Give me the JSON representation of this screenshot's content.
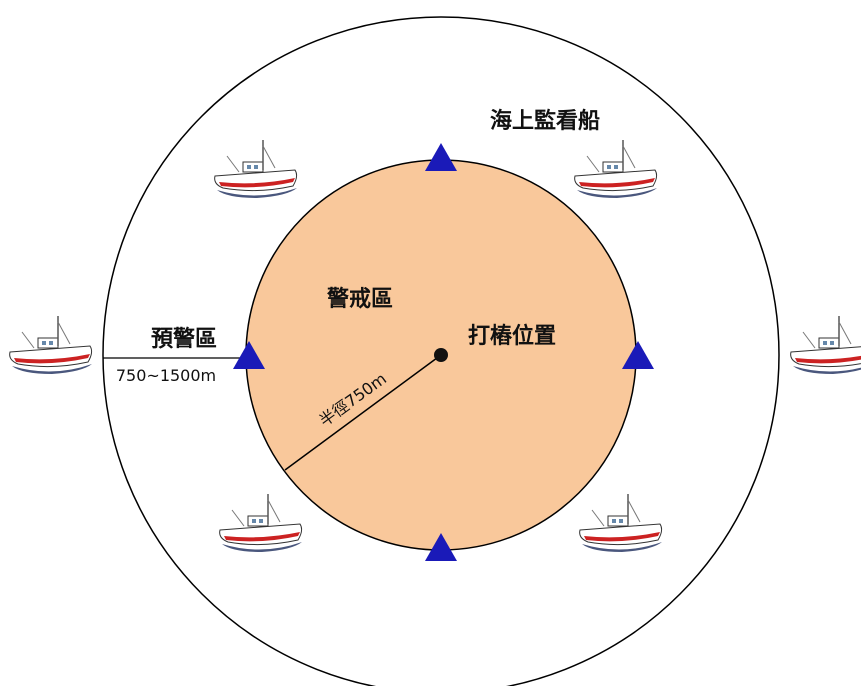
{
  "labels": {
    "monitor_boats": "海上監看船",
    "warning_zone": "警戒區",
    "piling_position": "打樁位置",
    "pre_warning_zone": "預警區",
    "pre_warning_range": "750~1500m",
    "radius": "半徑750m"
  },
  "colors": {
    "warning_zone_fill": "#f9c89b",
    "marker": "#1a1ab8",
    "boat_hull": "#ffffff",
    "boat_stripe": "#cc2222",
    "boat_shadow": "#2a3a66"
  },
  "icons": {
    "boat": "boat-icon",
    "marker": "triangle-marker-icon",
    "center": "pile-center-dot"
  }
}
